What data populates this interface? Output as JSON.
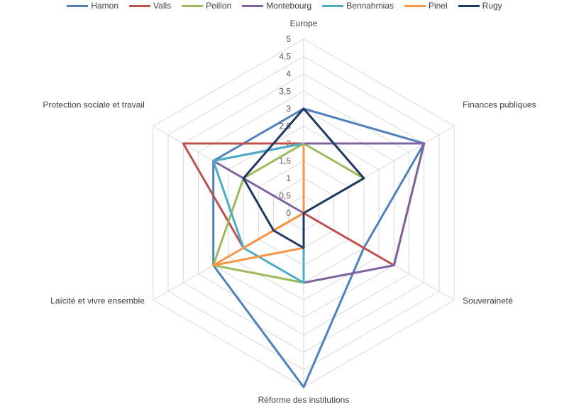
{
  "chart_data": {
    "type": "radar",
    "axes": [
      "Europe",
      "Finances publiques",
      "Souveraineté",
      "Réforme des institutions",
      "Laïcité et vivre ensemble",
      "Protection sociale et travail"
    ],
    "rlim": [
      0,
      5
    ],
    "ticks": [
      "0",
      "0,5",
      "1",
      "1,5",
      "2",
      "2,5",
      "3",
      "3,5",
      "4",
      "4,5",
      "5"
    ],
    "tick_values": [
      0,
      0.5,
      1,
      1.5,
      2,
      2.5,
      3,
      3.5,
      4,
      4.5,
      5
    ],
    "grid": true,
    "legend_position": "top",
    "series": [
      {
        "name": "Hamon",
        "color": "#4f81bd",
        "values": [
          3,
          4,
          2,
          5,
          3,
          3
        ]
      },
      {
        "name": "Valls",
        "color": "#c0504d",
        "values": [
          2,
          4,
          3,
          0,
          2,
          4
        ]
      },
      {
        "name": "Peillon",
        "color": "#9bbb59",
        "values": [
          2,
          2,
          0,
          2,
          3,
          2
        ]
      },
      {
        "name": "Montebourg",
        "color": "#8064a2",
        "values": [
          2,
          4,
          3,
          2,
          0,
          3
        ]
      },
      {
        "name": "Bennahmias",
        "color": "#4bacc6",
        "values": [
          2,
          0,
          0,
          2,
          2,
          3
        ]
      },
      {
        "name": "Pinel",
        "color": "#f79646",
        "values": [
          2,
          0,
          0,
          1,
          3,
          0
        ]
      },
      {
        "name": "Rugy",
        "color": "#1f3864",
        "values": [
          3,
          2,
          0,
          1,
          1,
          2
        ]
      }
    ]
  }
}
